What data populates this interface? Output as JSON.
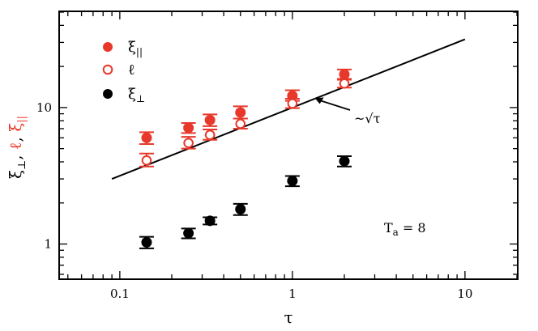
{
  "chart_data": {
    "type": "scatter",
    "xscale": "log",
    "yscale": "log",
    "xlim": [
      0.045,
      20
    ],
    "ylim": [
      0.56,
      50
    ],
    "grid": false,
    "xlabel": "τ",
    "ylabel_parts": [
      "ξ",
      "⊥",
      ", ",
      "ℓ",
      ", ",
      "ξ",
      "||"
    ],
    "xticks": [
      {
        "value": 0.1,
        "label": "0.1"
      },
      {
        "value": 1,
        "label": "1"
      },
      {
        "value": 10,
        "label": "10"
      }
    ],
    "yticks": [
      {
        "value": 1,
        "label": "1"
      },
      {
        "value": 10,
        "label": "10"
      }
    ],
    "legend": {
      "position": "top-left",
      "entries": [
        {
          "series": "xi_par",
          "label": "ξ",
          "sub": "||"
        },
        {
          "series": "ell",
          "label": "ℓ",
          "sub": ""
        },
        {
          "series": "xi_perp",
          "label": "ξ",
          "sub": "⊥"
        }
      ]
    },
    "series": [
      {
        "id": "xi_par",
        "color": "#e8382b",
        "marker": "filled-circle",
        "points": [
          {
            "x": 0.143,
            "y": 6.0,
            "lo": 5.4,
            "hi": 6.6
          },
          {
            "x": 0.25,
            "y": 7.1,
            "lo": 6.5,
            "hi": 7.7
          },
          {
            "x": 0.333,
            "y": 8.1,
            "lo": 7.3,
            "hi": 8.9
          },
          {
            "x": 0.5,
            "y": 9.2,
            "lo": 8.3,
            "hi": 10.2
          },
          {
            "x": 1.0,
            "y": 12.2,
            "lo": 11.2,
            "hi": 13.4
          },
          {
            "x": 2.0,
            "y": 17.5,
            "lo": 16.0,
            "hi": 19.0
          }
        ]
      },
      {
        "id": "ell",
        "color": "#e8382b",
        "marker": "open-circle",
        "points": [
          {
            "x": 0.143,
            "y": 4.1,
            "lo": 3.7,
            "hi": 4.6
          },
          {
            "x": 0.25,
            "y": 5.5,
            "lo": 5.0,
            "hi": 6.1
          },
          {
            "x": 0.333,
            "y": 6.3,
            "lo": 5.8,
            "hi": 6.9
          },
          {
            "x": 0.5,
            "y": 7.6,
            "lo": 7.0,
            "hi": 8.3
          },
          {
            "x": 1.0,
            "y": 10.7,
            "lo": 9.9,
            "hi": 11.6
          },
          {
            "x": 2.0,
            "y": 15.0,
            "lo": 14.0,
            "hi": 16.2
          }
        ]
      },
      {
        "id": "xi_perp",
        "color": "#000000",
        "marker": "filled-circle",
        "points": [
          {
            "x": 0.143,
            "y": 1.03,
            "lo": 0.93,
            "hi": 1.13
          },
          {
            "x": 0.25,
            "y": 1.2,
            "lo": 1.1,
            "hi": 1.3
          },
          {
            "x": 0.333,
            "y": 1.48,
            "lo": 1.39,
            "hi": 1.57
          },
          {
            "x": 0.5,
            "y": 1.8,
            "lo": 1.63,
            "hi": 1.97
          },
          {
            "x": 1.0,
            "y": 2.9,
            "lo": 2.65,
            "hi": 3.15
          },
          {
            "x": 2.0,
            "y": 4.05,
            "lo": 3.7,
            "hi": 4.4
          }
        ]
      }
    ],
    "fit_line": {
      "label": "~√τ",
      "points": [
        {
          "x": 0.09,
          "y": 3.0
        },
        {
          "x": 10,
          "y": 31.6
        }
      ]
    },
    "annotations": [
      {
        "text": "~√τ",
        "arrow_to": {
          "x": 1.35,
          "y": 11.7
        }
      },
      {
        "text": "T",
        "sub": "a",
        "suffix": " = 8",
        "at": {
          "x": 3.5,
          "y": 1.65
        }
      }
    ]
  }
}
